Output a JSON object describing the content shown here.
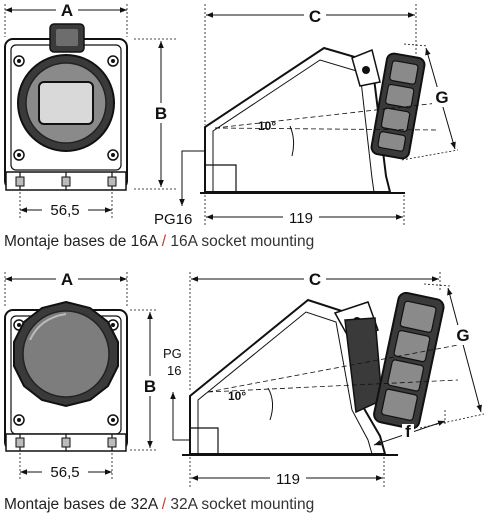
{
  "top": {
    "dims": {
      "a": "A",
      "b": "B",
      "c": "C",
      "g": "G",
      "width": "56,5",
      "depth": "119",
      "pg": "PG16",
      "angle": "10°"
    },
    "caption": {
      "es": "Montaje bases de 16A",
      "sep": "/",
      "en": "16A socket mounting"
    }
  },
  "bottom": {
    "dims": {
      "a": "A",
      "b": "B",
      "c": "C",
      "g": "G",
      "f": "f",
      "width": "56,5",
      "depth": "119",
      "pg_line1": "PG",
      "pg_line2": "16",
      "angle": "10°"
    },
    "caption": {
      "es": "Montaje bases de 32A",
      "sep": "/",
      "en": "32A socket mounting"
    }
  },
  "colors": {
    "caption_separator": "#c8372d",
    "socket_face": "#8a8a8a",
    "socket_body": "#3a3a3a"
  }
}
